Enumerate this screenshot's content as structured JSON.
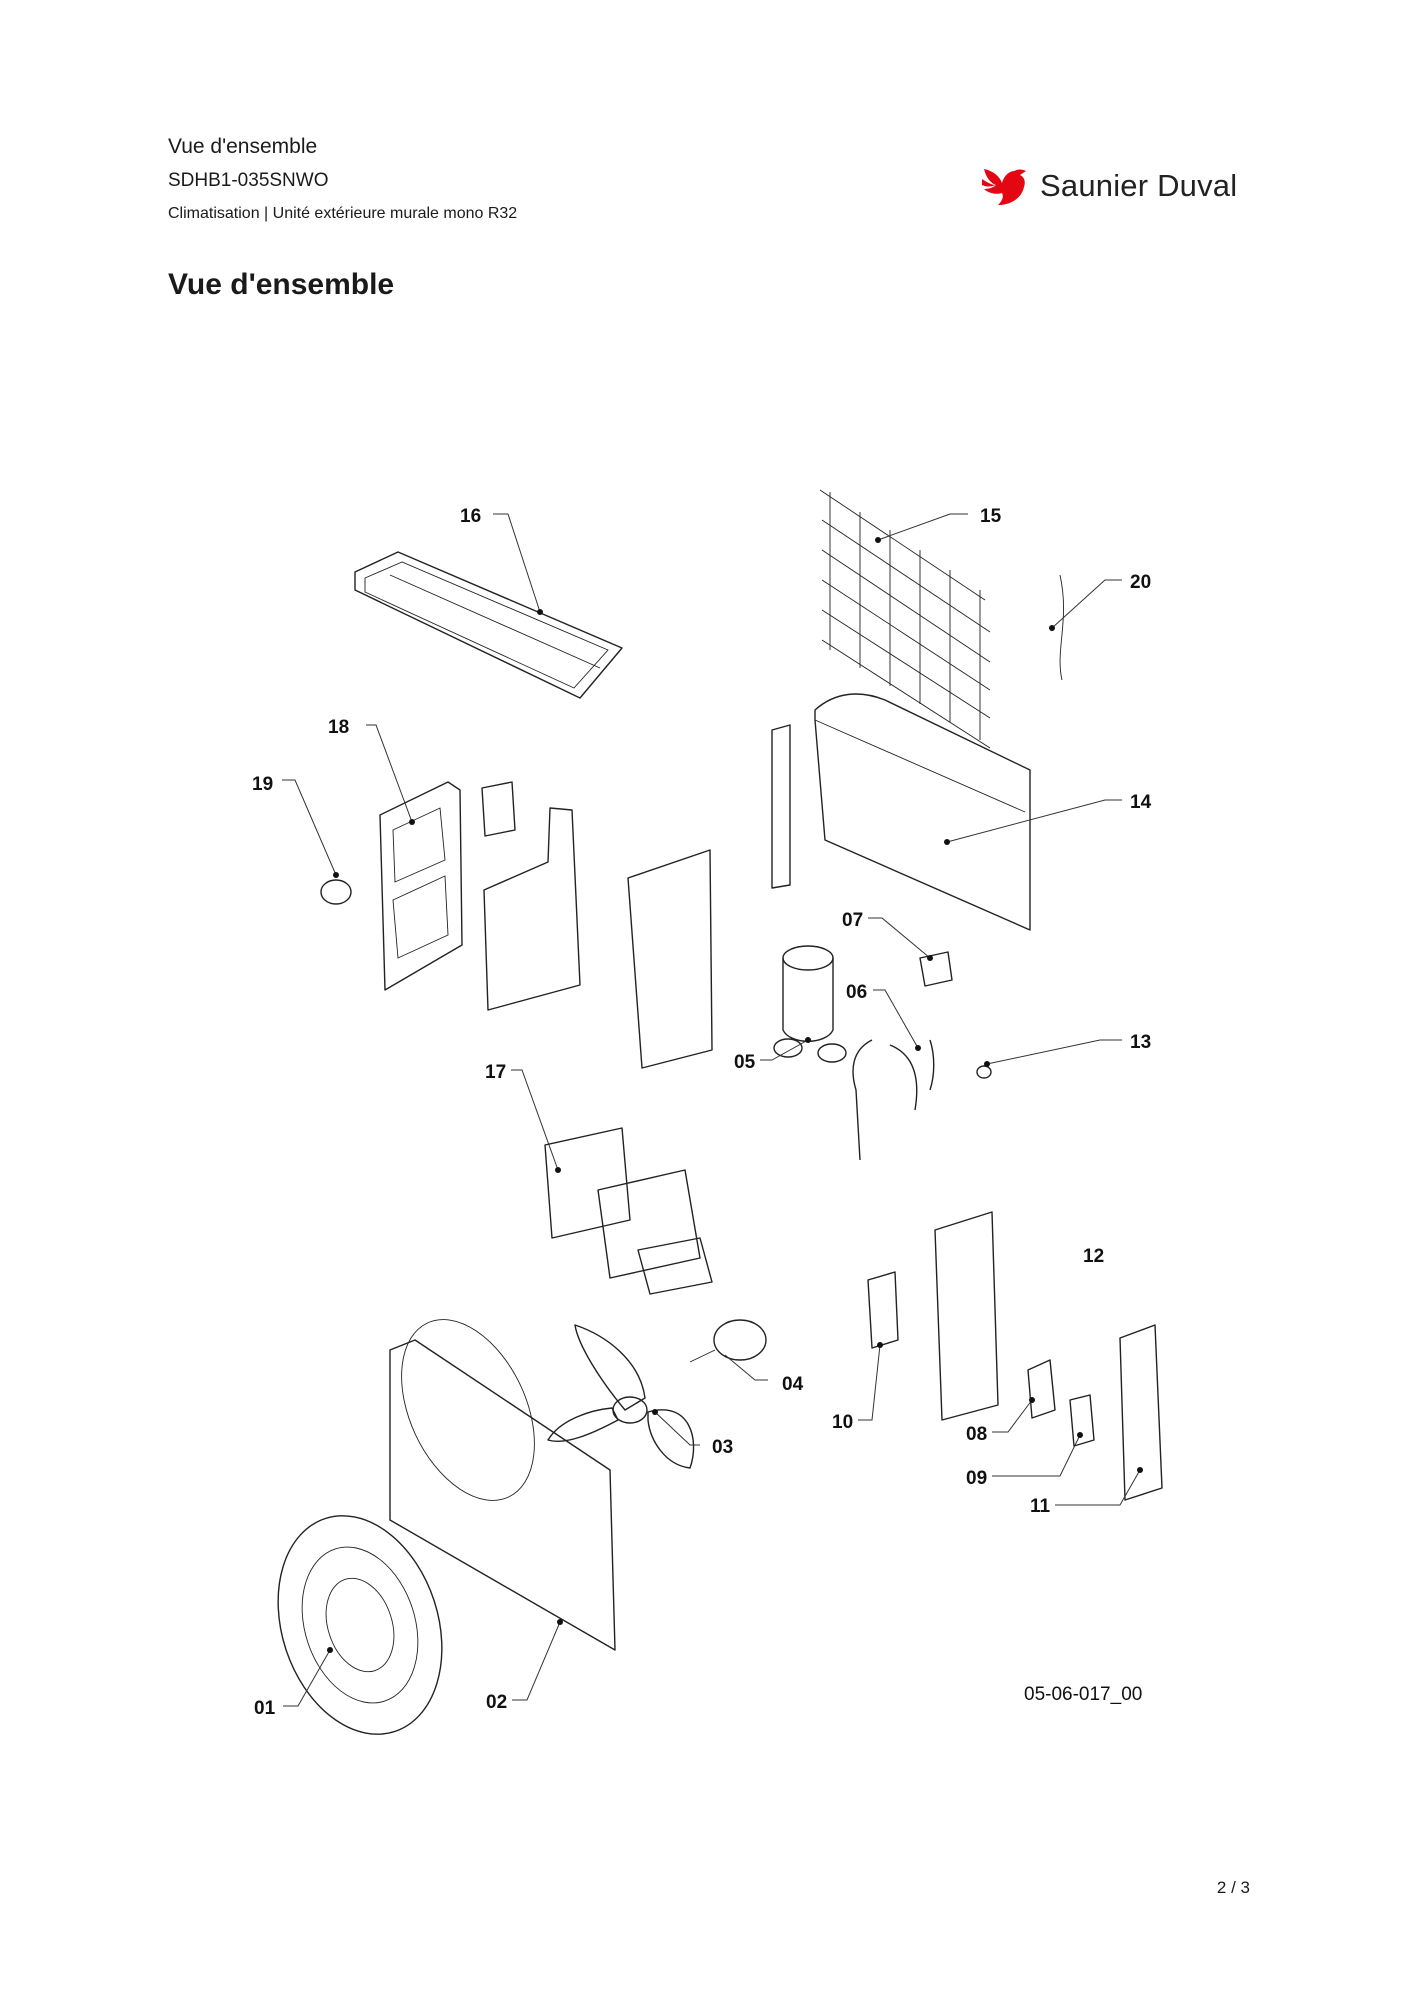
{
  "header": {
    "title": "Vue d'ensemble",
    "model": "SDHB1-035SNWO",
    "category": "Climatisation | Unité extérieure murale mono R32"
  },
  "brand": {
    "name": "Saunier Duval",
    "color": "#e30613",
    "icon": "bird-logo-icon"
  },
  "heading": "Vue d'ensemble",
  "diagram": {
    "reference": "05-06-017_00",
    "callouts": [
      "01",
      "02",
      "03",
      "04",
      "05",
      "06",
      "07",
      "08",
      "09",
      "10",
      "11",
      "12",
      "13",
      "14",
      "15",
      "16",
      "17",
      "18",
      "19",
      "20"
    ]
  },
  "page": "2 / 3"
}
